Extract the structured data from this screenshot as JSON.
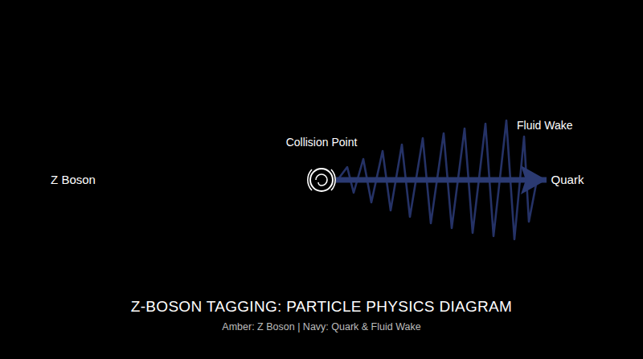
{
  "diagram": {
    "title": "Z-BOSON TAGGING: PARTICLE PHYSICS DIAGRAM",
    "caption": "Amber: Z Boson | Navy: Quark & Fluid Wake",
    "nodes": [
      {
        "text": [
          "Z Boson"
        ]
      },
      {
        "text": [
          "Collision Point"
        ]
      },
      {
        "text": [
          "Quark"
        ]
      }
    ],
    "edges": [
      {
        "from": 1,
        "to": 0,
        "arrow": "to"
      },
      {
        "from": 1,
        "to": 2,
        "arrow": "to"
      }
    ],
    "labels": [
      "Fluid Wake"
    ]
  }
}
